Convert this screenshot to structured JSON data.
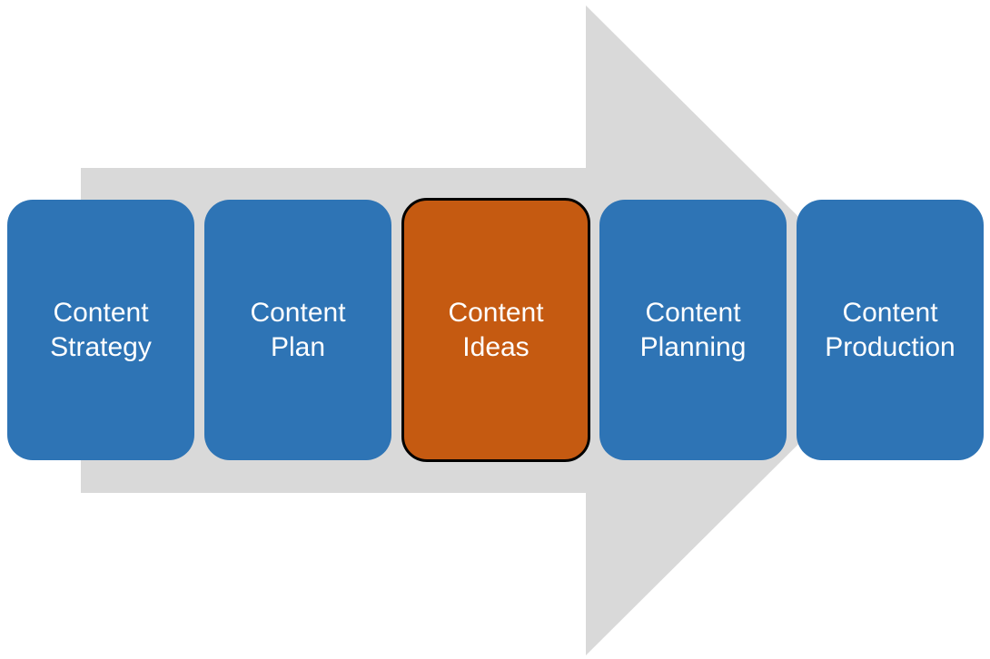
{
  "diagram": {
    "arrow_color": "#d9d9d9",
    "steps": [
      {
        "label": "Content\nStrategy",
        "color": "#2e74b5",
        "highlighted": false
      },
      {
        "label": "Content\nPlan",
        "color": "#2e74b5",
        "highlighted": false
      },
      {
        "label": "Content\nIdeas",
        "color": "#c55a11",
        "highlighted": true
      },
      {
        "label": "Content\nPlanning",
        "color": "#2e74b5",
        "highlighted": false
      },
      {
        "label": "Content\nProduction",
        "color": "#2e74b5",
        "highlighted": false
      }
    ]
  }
}
